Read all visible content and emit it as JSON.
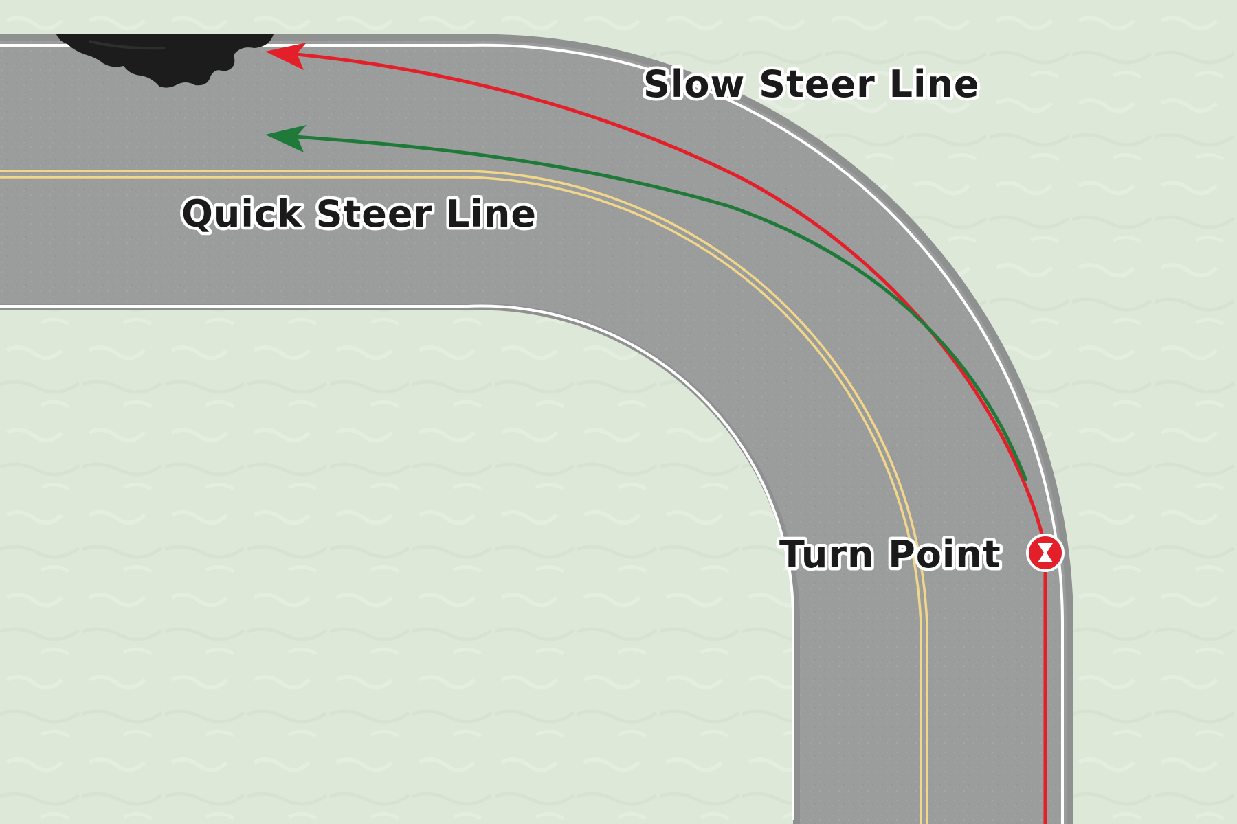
{
  "labels": {
    "slow_steer": "Slow Steer Line",
    "quick_steer": "Quick Steer Line",
    "turn_point": "Turn Point"
  },
  "colors": {
    "background": "#dde8d8",
    "road": "#9a9d9b",
    "road_edge_line": "#ffffff",
    "center_line": "#f2d68a",
    "slow_steer_line": "#e3202a",
    "quick_steer_line": "#1f7a3a",
    "turn_point_marker": "#e3202a",
    "oil_slick": "#1c1c1c"
  },
  "icons": {
    "turn_point_marker": "hourglass-marker-icon",
    "oil_slick": "oil-slick-icon"
  }
}
